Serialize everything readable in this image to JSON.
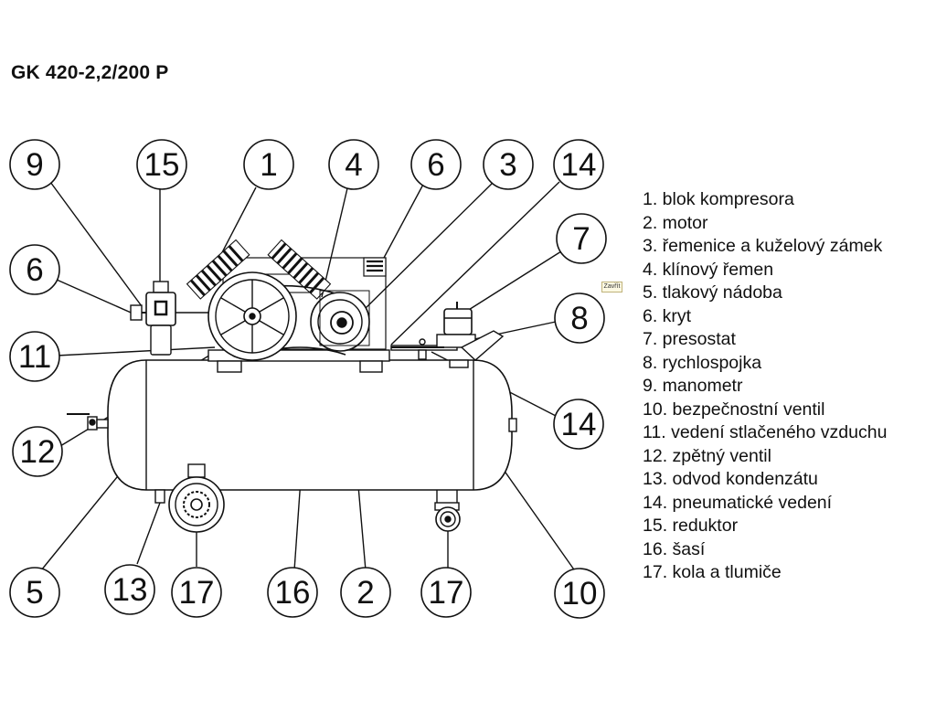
{
  "title": "GK 420-2,2/200 P",
  "tooltip": "Zavřít",
  "callouts": [
    {
      "label": "9"
    },
    {
      "label": "15"
    },
    {
      "label": "1"
    },
    {
      "label": "4"
    },
    {
      "label": "6"
    },
    {
      "label": "3"
    },
    {
      "label": "14"
    },
    {
      "label": "6"
    },
    {
      "label": "7"
    },
    {
      "label": "8"
    },
    {
      "label": "11"
    },
    {
      "label": "14"
    },
    {
      "label": "12"
    },
    {
      "label": "5"
    },
    {
      "label": "13"
    },
    {
      "label": "17"
    },
    {
      "label": "16"
    },
    {
      "label": "2"
    },
    {
      "label": "17"
    },
    {
      "label": "10"
    }
  ],
  "legend": [
    "1. blok kompresora",
    "2. motor",
    "3. řemenice a kuželový zámek",
    "4. klínový řemen",
    "5. tlakový nádoba",
    "6. kryt",
    "7. presostat",
    "8. rychlospojka",
    "9. manometr",
    "10. bezpečnostní ventil",
    "11. vedení stlačeného vzduchu",
    "12. zpětný ventil",
    "13. odvod kondenzátu",
    "14. pneumatické vedení",
    "15. reduktor",
    "16. šasí",
    "17. kola a tlumiče"
  ]
}
